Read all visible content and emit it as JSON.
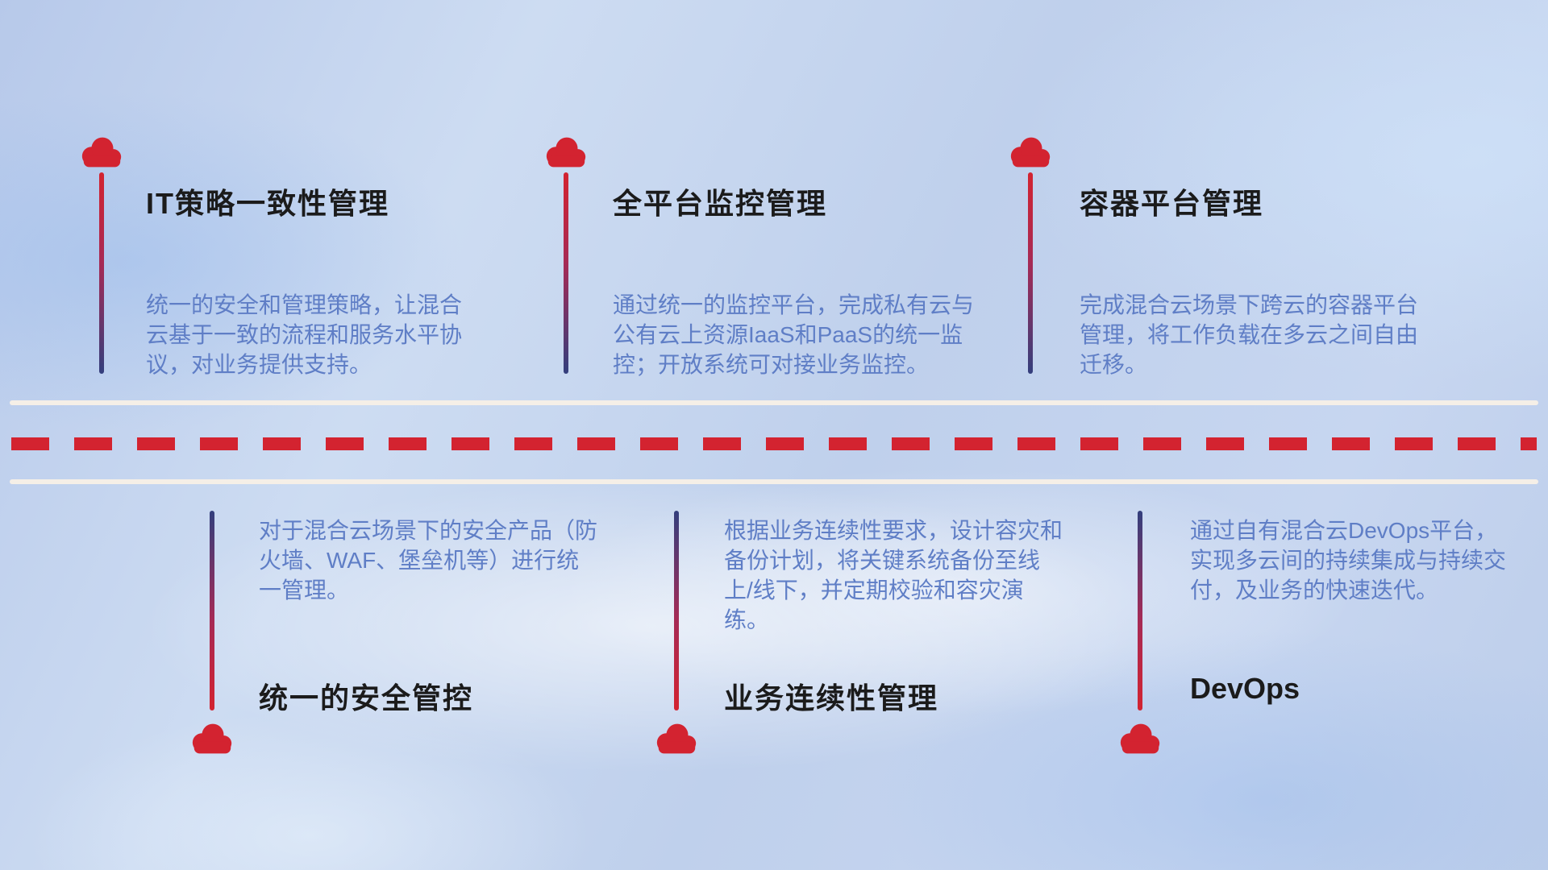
{
  "colors": {
    "red": "#d32330",
    "navy": "#333f7d",
    "desc_blue": "#5f7ec6",
    "title_dark": "#1b1b1b",
    "road_white": "#f5efe7"
  },
  "top_items": [
    {
      "title": "IT策略一致性管理",
      "desc": "统一的安全和管理策略，让混合云基于一致的流程和服务水平协议，对业务提供支持。"
    },
    {
      "title": "全平台监控管理",
      "desc": "通过统一的监控平台，完成私有云与公有云上资源IaaS和PaaS的统一监控；开放系统可对接业务监控。"
    },
    {
      "title": "容器平台管理",
      "desc": "完成混合云场景下跨云的容器平台管理，将工作负载在多云之间自由迁移。"
    }
  ],
  "bottom_items": [
    {
      "title": "统一的安全管控",
      "desc": "对于混合云场景下的安全产品（防火墙、WAF、堡垒机等）进行统一管理。"
    },
    {
      "title": "业务连续性管理",
      "desc": "根据业务连续性要求，设计容灾和备份计划，将关键系统备份至线上/线下，并定期校验和容灾演练。"
    },
    {
      "title": "DevOps",
      "desc": "通过自有混合云DevOps平台，实现多云间的持续集成与持续交付，及业务的快速迭代。"
    }
  ]
}
